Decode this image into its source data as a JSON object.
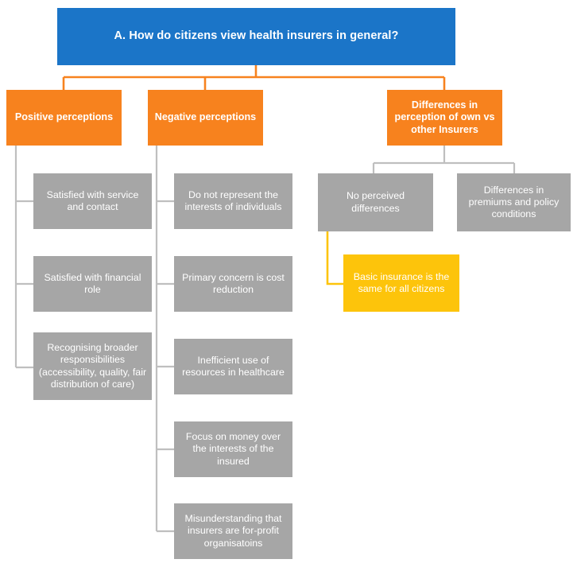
{
  "diagram": {
    "type": "organizational-tree",
    "colors": {
      "root": "#1B75C8",
      "branch": "#F7821E",
      "leaf": "#A6A6A6",
      "highlight": "#FDC40B",
      "connector_orange": "#F7821E",
      "connector_gray": "#BFBFBF",
      "connector_yellow": "#FDC40B",
      "background": "#FFFFFF",
      "text": "#FFFFFF"
    },
    "root": {
      "label": "A. How do citizens view health insurers in general?"
    },
    "branches": [
      {
        "id": "positive",
        "label": "Positive perceptions",
        "children": [
          {
            "label": "Satisfied with service and contact"
          },
          {
            "label": "Satisfied with financial role"
          },
          {
            "label": "Recognising broader responsibilities (accessibility, quality, fair distribution of care)"
          }
        ]
      },
      {
        "id": "negative",
        "label": "Negative perceptions",
        "children": [
          {
            "label": "Do not represent the interests of individuals"
          },
          {
            "label": "Primary concern is cost reduction"
          },
          {
            "label": "Inefficient use of resources in healthcare"
          },
          {
            "label": "Focus on money over the interests of the insured"
          },
          {
            "label": "Misunderstanding that insurers are for-profit organisatoins"
          }
        ]
      },
      {
        "id": "differences",
        "label": "Differences in perception of own vs other Insurers",
        "children": [
          {
            "label": "No perceived differences"
          },
          {
            "label": "Differences in premiums and policy conditions"
          }
        ],
        "sub_children": [
          {
            "label": "Basic insurance is the same for all citizens",
            "parent": "No perceived differences"
          }
        ]
      }
    ]
  }
}
